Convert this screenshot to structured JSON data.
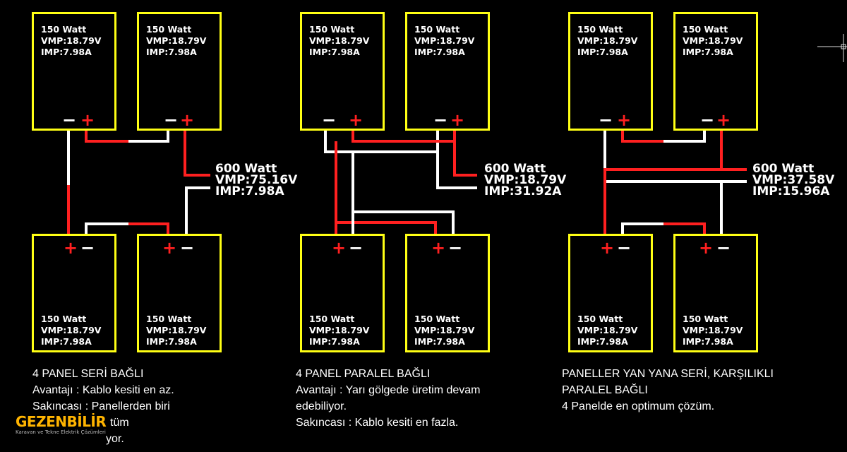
{
  "colors": {
    "panel_border": "#ffff14",
    "plus_wire": "#ff2020",
    "minus_wire": "#ffffff",
    "background": "#000000"
  },
  "panel_spec": {
    "watt": "150 Watt",
    "vmp": "VMP:18.79V",
    "imp": "IMP:7.98A"
  },
  "terminals": {
    "plus": "+",
    "minus": "−"
  },
  "configs": [
    {
      "result": {
        "watt": "600 Watt",
        "vmp": "VMP:75.16V",
        "imp": "IMP:7.98A"
      },
      "caption": [
        "4 PANEL SERİ BAĞLI",
        "Avantajı : Kablo kesiti en az.",
        "Sakıncası : Panellerden biri",
        "tüm",
        "yor."
      ]
    },
    {
      "result": {
        "watt": "600 Watt",
        "vmp": "VMP:18.79V",
        "imp": "IMP:31.92A"
      },
      "caption": [
        "4 PANEL PARALEL BAĞLI",
        "Avantajı : Yarı gölgede üretim devam",
        "edebiliyor.",
        "Sakıncası : Kablo kesiti en fazla."
      ]
    },
    {
      "result": {
        "watt": "600 Watt",
        "vmp": "VMP:37.58V",
        "imp": "IMP:15.96A"
      },
      "caption": [
        "PANELLER YAN YANA SERİ, KARŞILIKLI",
        "PARALEL BAĞLI",
        "4 Panelde en optimum çözüm."
      ]
    }
  ],
  "logo": {
    "name": "GEZENBİLİR",
    "tagline": "Karavan ve Tekne Elektrik Çözümleri"
  }
}
